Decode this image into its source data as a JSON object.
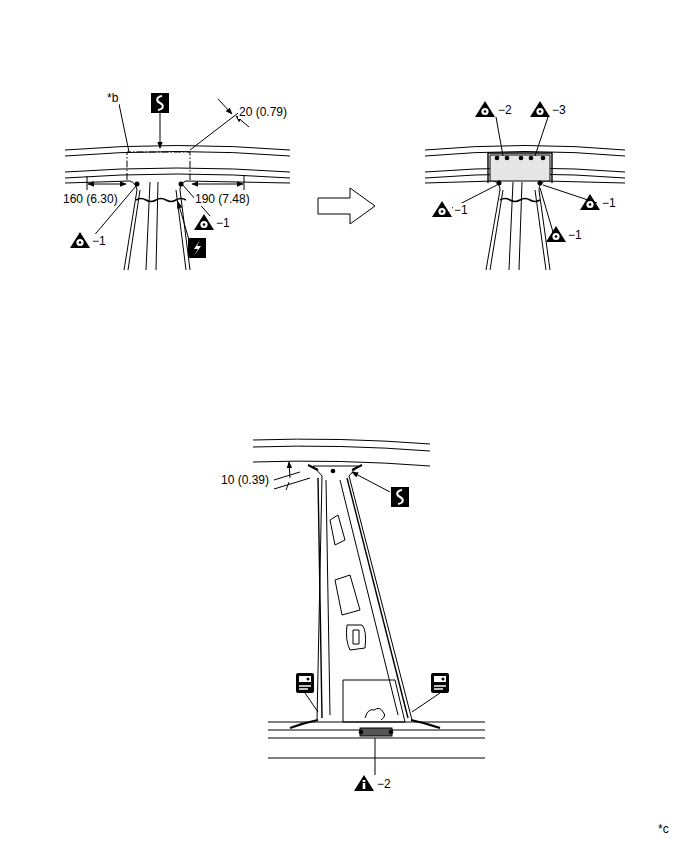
{
  "diagram": {
    "labels": [
      "*b",
      "20 (0.79)",
      "160 (6.30)",
      "190 (7.48)",
      "−1",
      "−1",
      "−2",
      "−3",
      "−1",
      "−1",
      "−1",
      "10 (0.39)",
      "−2",
      "*c"
    ]
  }
}
